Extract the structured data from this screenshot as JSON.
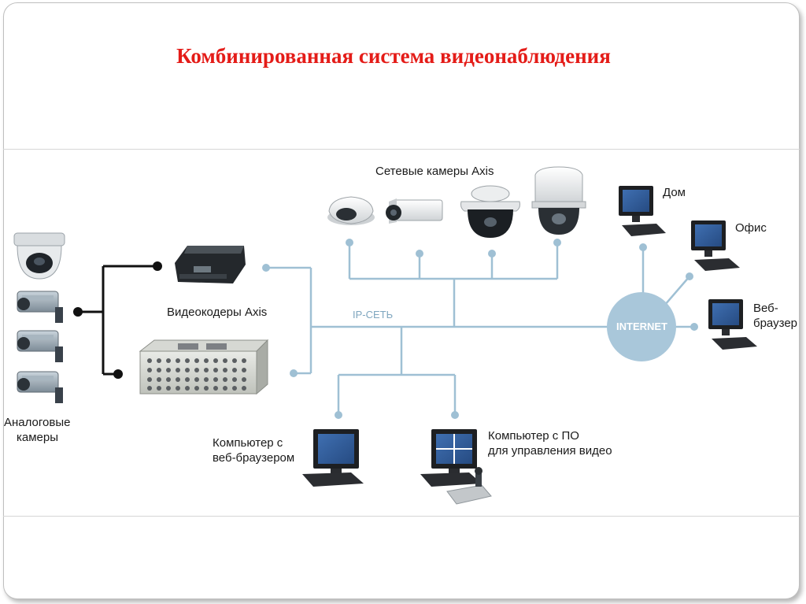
{
  "title": "Комбинированная система видеонаблюдения",
  "labels": {
    "network_cameras": "Сетевые камеры Axis",
    "encoders": "Видеокодеры Axis",
    "ip_network": "IP-СЕТЬ",
    "internet": "INTERNET",
    "analog_line1": "Аналоговые",
    "analog_line2": "камеры",
    "pc_browser_line1": "Компьютер с",
    "pc_browser_line2": "веб-браузером",
    "pc_software_line1": "Компьютер с ПО",
    "pc_software_line2": "для управления видео",
    "home": "Дом",
    "office": "Офис",
    "web_browser_line1": "Веб-",
    "web_browser_line2": "браузер"
  },
  "colors": {
    "title": "#e41c18",
    "network_line": "#9fc0d4",
    "internet_cloud": "#a9c7da",
    "analog_line": "#111111"
  }
}
